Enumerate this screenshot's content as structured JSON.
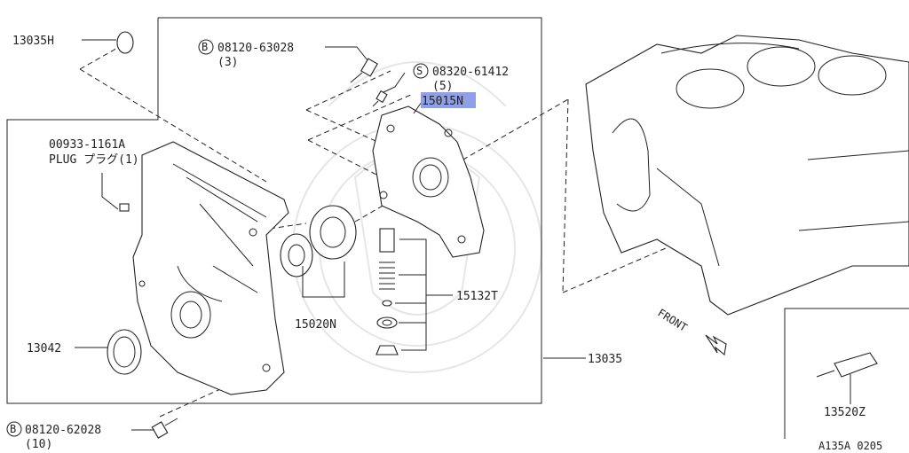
{
  "callouts": {
    "cap": "13035H",
    "bolt_top_prefix": "B",
    "bolt_top": "08120-63028",
    "bolt_top_qty": "(3)",
    "screw_prefix": "S",
    "screw": "08320-61412",
    "screw_qty": "(5)",
    "pump_body": "15015N",
    "plug_part": "00933-1161A",
    "plug_label": "PLUG プラグ(1)",
    "gear_set": "15020N",
    "relief_kit": "15132T",
    "seal": "13042",
    "front_cover": "13035",
    "bolt_bottom_prefix": "B",
    "bolt_bottom": "08120-62028",
    "bolt_bottom_qty": "(10)",
    "sealant": "13520Z"
  },
  "front_label": "FRONT",
  "diagram_code": "A135A 0205",
  "highlight_color": "#8fa0e8"
}
